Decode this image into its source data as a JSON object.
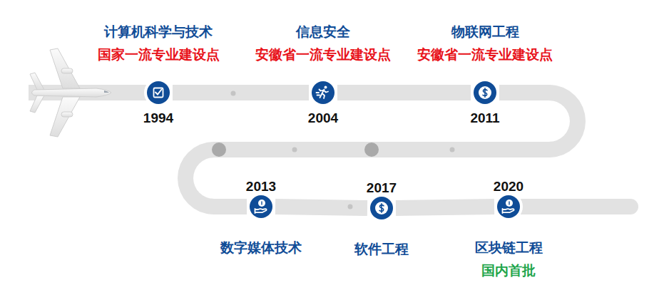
{
  "diagram": {
    "nodes": [
      {
        "text": [
          "计算机科学与技术",
          "国家一流专业建设点",
          "1994"
        ]
      },
      {
        "text": [
          "信息安全",
          "安徽省一流专业建设点",
          "2004"
        ]
      },
      {
        "text": [
          "物联网工程",
          "安徽省一流专业建设点",
          "2011"
        ]
      },
      {
        "text": [
          "2013",
          "数字媒体技术"
        ]
      },
      {
        "text": [
          "2017",
          "软件工程"
        ]
      },
      {
        "text": [
          "2020",
          "区块链工程",
          "国内首批"
        ]
      }
    ],
    "edges": [
      {
        "from": 0,
        "to": 1,
        "arrow": "none"
      },
      {
        "from": 1,
        "to": 2,
        "arrow": "none"
      },
      {
        "from": 2,
        "to": 3,
        "arrow": "none"
      },
      {
        "from": 3,
        "to": 4,
        "arrow": "none"
      },
      {
        "from": 4,
        "to": 5,
        "arrow": "none"
      }
    ]
  }
}
